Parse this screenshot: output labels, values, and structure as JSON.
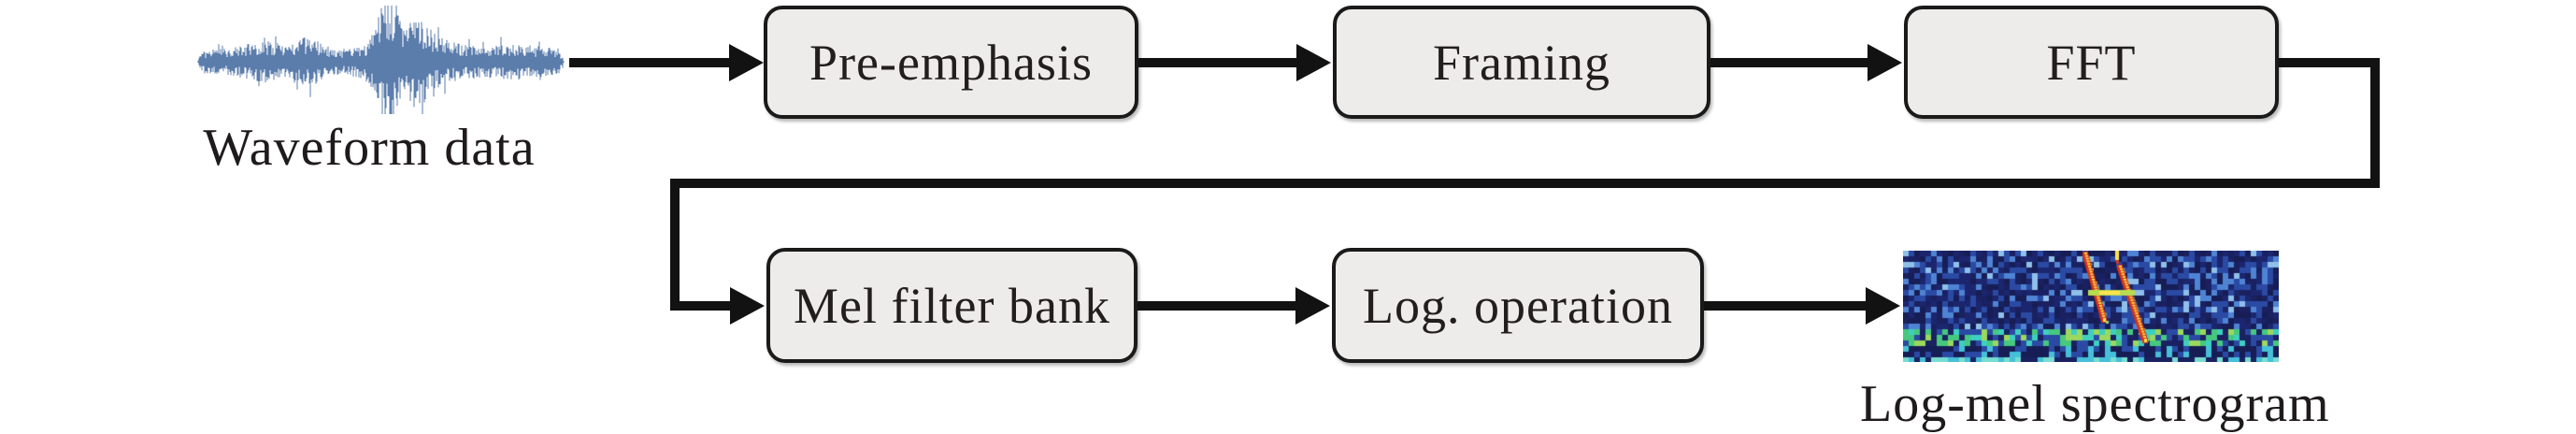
{
  "figure": {
    "waveform_caption": "Waveform data",
    "spectrogram_caption": "Log-mel spectrogram",
    "nodes": {
      "pre_emphasis": "Pre-emphasis",
      "framing": "Framing",
      "fft": "FFT",
      "mel_filter_bank": "Mel filter bank",
      "log_operation": "Log. operation"
    },
    "edges": [
      {
        "from": "waveform_data",
        "to": "pre_emphasis"
      },
      {
        "from": "pre_emphasis",
        "to": "framing"
      },
      {
        "from": "framing",
        "to": "fft"
      },
      {
        "from": "fft",
        "to": "mel_filter_bank"
      },
      {
        "from": "mel_filter_bank",
        "to": "log_operation"
      },
      {
        "from": "log_operation",
        "to": "log_mel_spectrogram"
      }
    ]
  },
  "colors": {
    "background": "#ffffff",
    "arrow": "#121212",
    "box_fill": "#edecea",
    "box_border": "#1a1a1a",
    "text": "#221e1f",
    "waveform": "#5b7dac",
    "spectrogram": {
      "base": "#1a2161",
      "base2": "#1c266e",
      "base3": "#171d55",
      "blue_mid": "#2a4aa4",
      "blue_light": "#4f84d4",
      "blue_pale": "#8fc0ea",
      "green": "#46c87e",
      "yellow_green": "#9bd85e",
      "cyan": "#3ecfc0",
      "cyan2": "#45c0d8",
      "teal": "#79dcd0",
      "streak_core": "#ffe44f",
      "streak_hot": "#d8341c",
      "ledge": "#b8dc50"
    }
  }
}
